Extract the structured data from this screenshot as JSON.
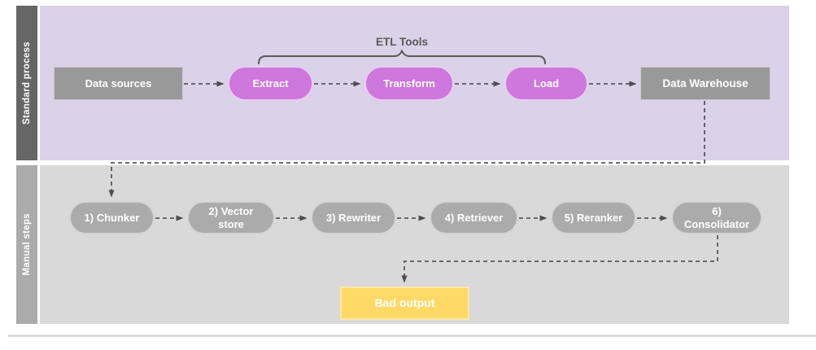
{
  "diagram": {
    "brace_title": "ETL Tools",
    "lanes": {
      "standard": {
        "label": "Standard process"
      },
      "manual": {
        "label": "Manual steps"
      }
    },
    "nodes": {
      "data_sources": "Data sources",
      "extract": "Extract",
      "transform": "Transform",
      "load": "Load",
      "data_warehouse": "Data Warehouse",
      "chunker": "1) Chunker",
      "vector_store": "2) Vector store",
      "rewriter": "3) Rewriter",
      "retriever": "4) Retriever",
      "reranker": "5) Reranker",
      "consolidator": "6) Consolidator",
      "bad_output": "Bad output"
    },
    "colors": {
      "lane_standard_bg": "#D9D2E9",
      "lane_manual_bg": "#D9D9D9",
      "lane_standard_label_bg": "#666666",
      "lane_manual_label_bg": "#ABABAB",
      "etl_pill": "#CE77DC",
      "gray_box": "#999999",
      "gray_pill": "#ABABAB",
      "bad_output_box": "#FFD966",
      "connector": "#595959"
    }
  }
}
